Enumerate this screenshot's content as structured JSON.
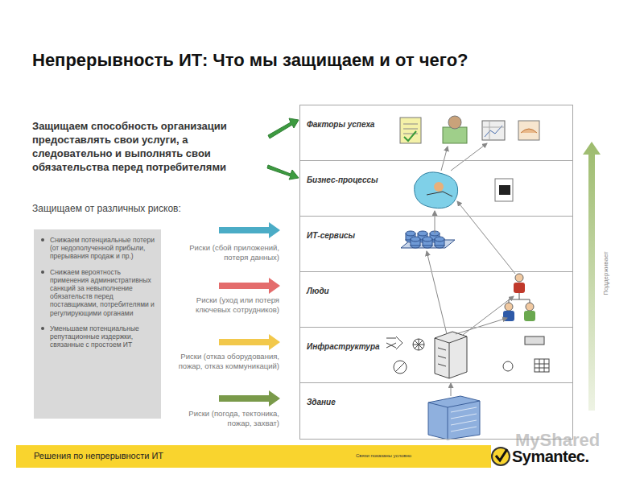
{
  "diagram": {
    "title": "Непрерывность ИТ: Что мы защищаем и от чего?",
    "nodes": [
      {
        "text": [
          "Снижаем потенциальные потери (от недополученной прибыли, прерывания продаж и пр.)",
          "Снижаем вероятность применения административных санкций за невыполнение обязательств перед поставщиками, потребителями и регулирующими органами",
          "Уменьшаем потенциальные репутационные издержки, связанные с простоем ИТ"
        ]
      },
      {
        "text": [
          "Факторы успеха"
        ]
      },
      {
        "text": [
          "Бизнес-процессы"
        ]
      },
      {
        "text": [
          "ИТ-сервисы"
        ]
      },
      {
        "text": [
          "Люди"
        ]
      },
      {
        "text": [
          "Инфраструктура"
        ]
      },
      {
        "text": [
          "Здание"
        ]
      },
      {
        "text": [
          "Решения по непрерывности ИТ",
          "Связи показаны условно"
        ]
      }
    ],
    "labels": [
      "Защищаем способность организации предоставлять свои услуги, а следовательно и выполнять свои обязательства перед потребителями",
      "Защищаем от различных рисков:",
      "Риски (сбой приложений, потеря данных)",
      "Риски (уход или потеря ключевых сотрудников)",
      "Риски (отказ оборудования, пожар, отказ коммуникаций)",
      "Риски (погода, тектоника, пожар, захват)",
      "Поддерживает",
      "Symantec.",
      "MyShared"
    ]
  }
}
